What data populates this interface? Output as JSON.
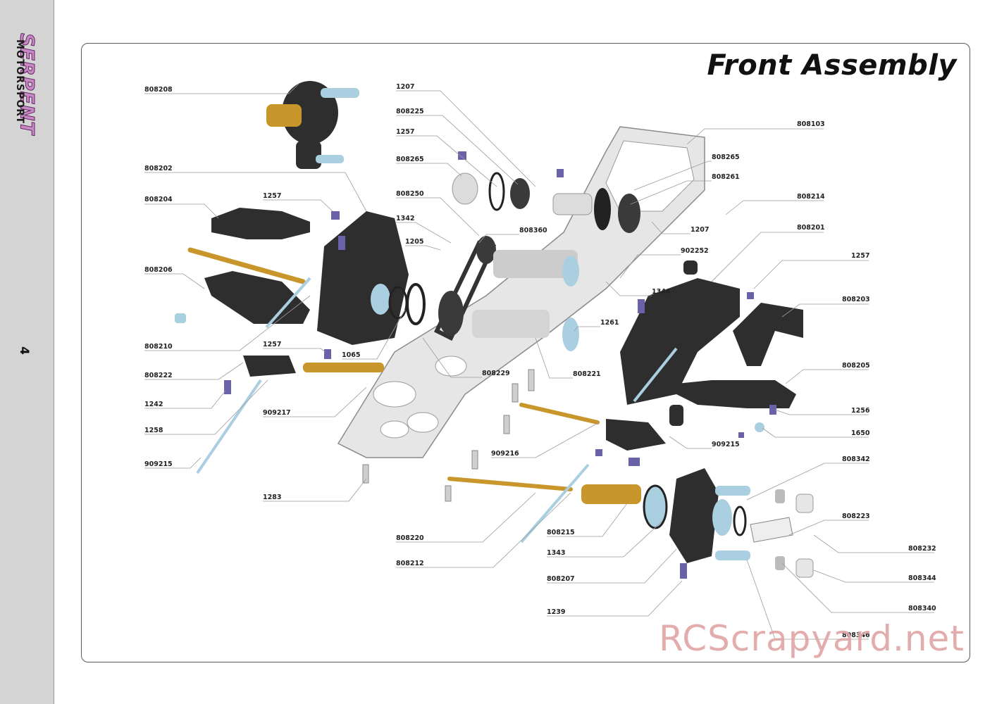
{
  "sidebar": {
    "brand_top": "SERPENT",
    "brand_bottom": "MOTORSPORT",
    "page_number": "4"
  },
  "title": "Front Assembly",
  "watermark": "RCScrapyard.net",
  "colors": {
    "accent_purple": "#8e2f8a",
    "part_black": "#2a2a2a",
    "part_brass": "#c8962a",
    "part_silver": "#d8d8d8",
    "part_blue": "#a9cfe0",
    "part_purple": "#6a62a8"
  },
  "callouts": [
    "808208",
    "808202",
    "808204",
    "1257",
    "808206",
    "808210",
    "1257",
    "808222",
    "1242",
    "1258",
    "909215",
    "1207",
    "808225",
    "1257",
    "808265",
    "808250",
    "1342",
    "1205",
    "808360",
    "1065",
    "909217",
    "808229",
    "808221",
    "1261",
    "1344",
    "1207",
    "902252",
    "808103",
    "808265",
    "808261",
    "808214",
    "808201",
    "1257",
    "808203",
    "808205",
    "1256",
    "1650",
    "909215",
    "909216",
    "1283",
    "808342",
    "808223",
    "808232",
    "808344",
    "808340",
    "808346",
    "808220",
    "808212",
    "808215",
    "1343",
    "808207",
    "1239"
  ]
}
